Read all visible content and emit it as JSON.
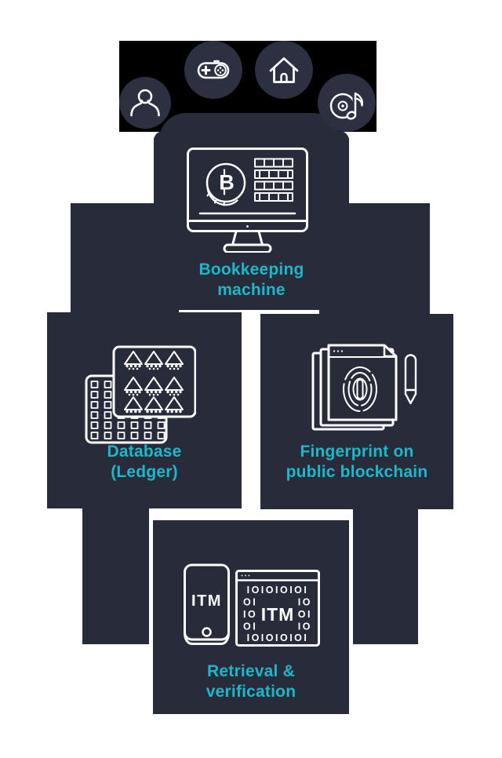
{
  "colors": {
    "accent": "#1cb7c9",
    "panel": "#282c3a",
    "circle_bg": "#2c3040",
    "top_bar": "#000000",
    "icon_stroke": "#ffffff"
  },
  "top_icons": [
    "user-icon",
    "gamepad-icon",
    "home-icon",
    "music-disc-icon"
  ],
  "steps": {
    "bookkeeping": {
      "line1": "Bookkeeping",
      "line2": "machine"
    },
    "database": {
      "line1": "Database",
      "line2": "(Ledger)"
    },
    "fingerprint": {
      "line1": "Fingerprint on",
      "line2": "public blockchain"
    },
    "retrieval": {
      "line1": "Retrieval &",
      "line2": "verification"
    }
  },
  "monitor": {
    "coin_symbol": "B"
  },
  "devices": {
    "phone_label": "ITM",
    "browser_label": "ITM",
    "binary_row_full": "IOIOIOIOI",
    "binary_r2_left": "OI",
    "binary_r2_right": "IO",
    "binary_r3_left": "IO",
    "binary_r3_right": "OI",
    "binary_r4_left": "OI",
    "binary_r4_right": "IO"
  }
}
